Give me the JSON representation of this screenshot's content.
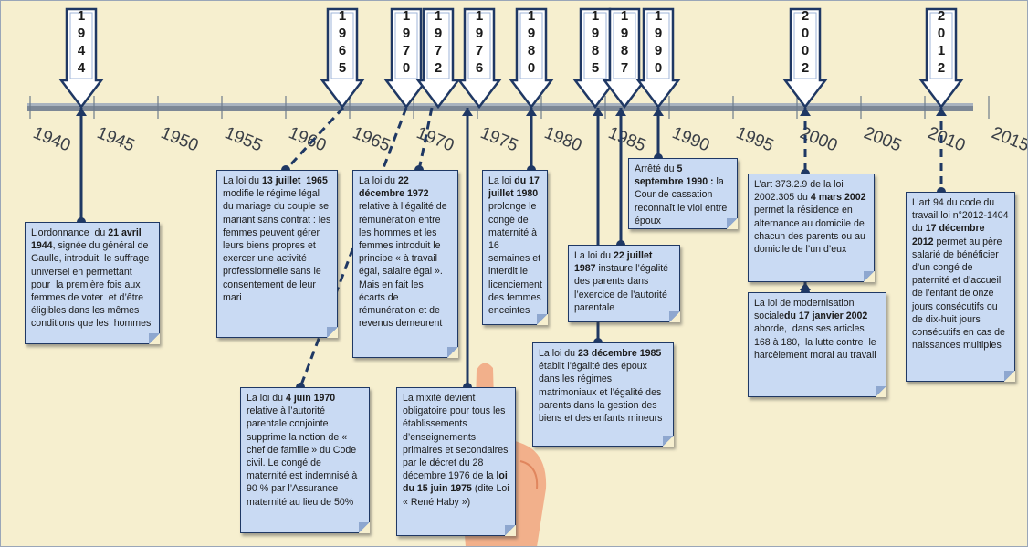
{
  "colors": {
    "background": "#f6efcf",
    "note_fill": "#c9daf3",
    "note_border": "#1f3864",
    "line": "#1f3864",
    "axis": "#6d7b8c"
  },
  "axis": {
    "labels": [
      "1940",
      "1945",
      "1950",
      "1955",
      "1960",
      "1965",
      "1970",
      "1975",
      "1980",
      "1985",
      "1990",
      "1995",
      "2000",
      "2005",
      "2010",
      "2015"
    ]
  },
  "markers": [
    "1944",
    "1965",
    "1970",
    "1972",
    "1976",
    "1980",
    "1985",
    "1987",
    "1990",
    "2002",
    "2012"
  ],
  "notes": [
    {
      "id": "1944",
      "text": [
        {
          "t": "L’ordonnance  du "
        },
        {
          "t": "21 avril 1944",
          "b": true
        },
        {
          "t": ", signée du général de Gaulle, introduit  le suffrage universel en permettant pour  la première fois aux femmes de voter  et d’être éligibles dans les mêmes conditions que les  hommes"
        }
      ]
    },
    {
      "id": "1965",
      "text": [
        {
          "t": "La loi du "
        },
        {
          "t": "13 juillet  1965",
          "b": true
        },
        {
          "t": " modifie le régime légal du mariage du couple se mariant sans contrat : les femmes peuvent gérer leurs biens propres et exercer une activité professionnelle sans le consentement de leur mari"
        }
      ]
    },
    {
      "id": "1970",
      "text": [
        {
          "t": "La loi du "
        },
        {
          "t": "4 juin 1970",
          "b": true
        },
        {
          "t": " relative à l’autorité parentale conjointe supprime la notion de « chef de famille » du Code civil. Le congé de maternité est indemnisé à 90 % par l’Assurance maternité au lieu de 50%"
        }
      ]
    },
    {
      "id": "1972",
      "text": [
        {
          "t": "La loi du "
        },
        {
          "t": "22 décembre 1972",
          "b": true
        },
        {
          "t": " relative à l’égalité de rémunération entre les hommes et les femmes introduit le principe « à travail égal, salaire égal ». Mais en fait les écarts de rémunération et de revenus demeurent"
        }
      ]
    },
    {
      "id": "1976",
      "text": [
        {
          "t": "La mixité devient obligatoire pour tous les établissements d’enseignements primaires et secondaires par le décret du 28 décembre 1976 de la "
        },
        {
          "t": "loi du 15 juin 1975",
          "b": true
        },
        {
          "t": " (dite Loi « René Haby »)"
        }
      ]
    },
    {
      "id": "1980",
      "text": [
        {
          "t": "La loi "
        },
        {
          "t": "du 17 juillet 1980",
          "b": true
        },
        {
          "t": " prolonge le congé de maternité à 16 semaines et interdit le licenciement des femmes enceintes"
        }
      ]
    },
    {
      "id": "1985",
      "text": [
        {
          "t": "La loi du "
        },
        {
          "t": "23 décembre 1985",
          "b": true
        },
        {
          "t": " établit l’égalité des époux dans les régimes matrimoniaux et l’égalité des parents dans la gestion des biens et des enfants mineurs"
        }
      ]
    },
    {
      "id": "1987",
      "text": [
        {
          "t": "La loi du "
        },
        {
          "t": "22 juillet 1987",
          "b": true
        },
        {
          "t": " instaure l’égalité des parents dans l’exercice de l’autorité parentale"
        }
      ]
    },
    {
      "id": "1990",
      "text": [
        {
          "t": "Arrêté du "
        },
        {
          "t": "5 septembre 1990 :",
          "b": true
        },
        {
          "t": " la Cour de cassation reconnaît le viol entre époux"
        }
      ]
    },
    {
      "id": "2002a",
      "text": [
        {
          "t": "L’art 373.2.9 de la loi 2002.305 du "
        },
        {
          "t": "4 mars 2002",
          "b": true
        },
        {
          "t": " permet la résidence en alternance au domicile de chacun des parents ou au domicile de l’un d’eux"
        }
      ]
    },
    {
      "id": "2002b",
      "text": [
        {
          "t": "La loi de modernisation sociale"
        },
        {
          "t": "du 17 janvier 2002",
          "b": true
        },
        {
          "t": " aborde,  dans ses articles 168 à 180,  la lutte contre  le harcèlement moral au travail"
        }
      ]
    },
    {
      "id": "2012",
      "text": [
        {
          "t": "L’art 94 du code du travail loi n°2012-1404 du "
        },
        {
          "t": "17 décembre 2012",
          "b": true
        },
        {
          "t": " permet au père salarié de bénéficier d’un congé de paternité et d’accueil de l’enfant de onze jours consécutifs ou de dix-huit jours consécutifs en cas de naissances multiples"
        }
      ]
    }
  ]
}
